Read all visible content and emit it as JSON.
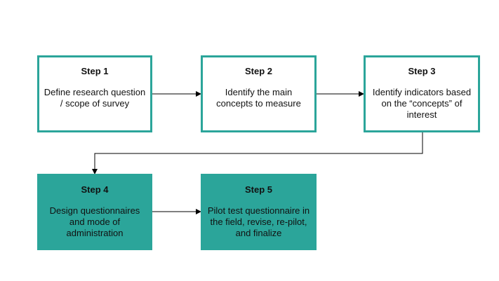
{
  "colors": {
    "accent": "#2ba59a",
    "connector": "#000000",
    "text": "#111111"
  },
  "steps": [
    {
      "title": "Step 1",
      "text": "Define research question / scope of survey"
    },
    {
      "title": "Step 2",
      "text": "Identify the main concepts to measure"
    },
    {
      "title": "Step 3",
      "text": "Identify indicators based on the “concepts” of interest"
    },
    {
      "title": "Step 4",
      "text": "Design questionnaires and mode of administration"
    },
    {
      "title": "Step 5",
      "text": "Pilot test questionnaire in the field, revise, re-pilot, and finalize"
    }
  ]
}
